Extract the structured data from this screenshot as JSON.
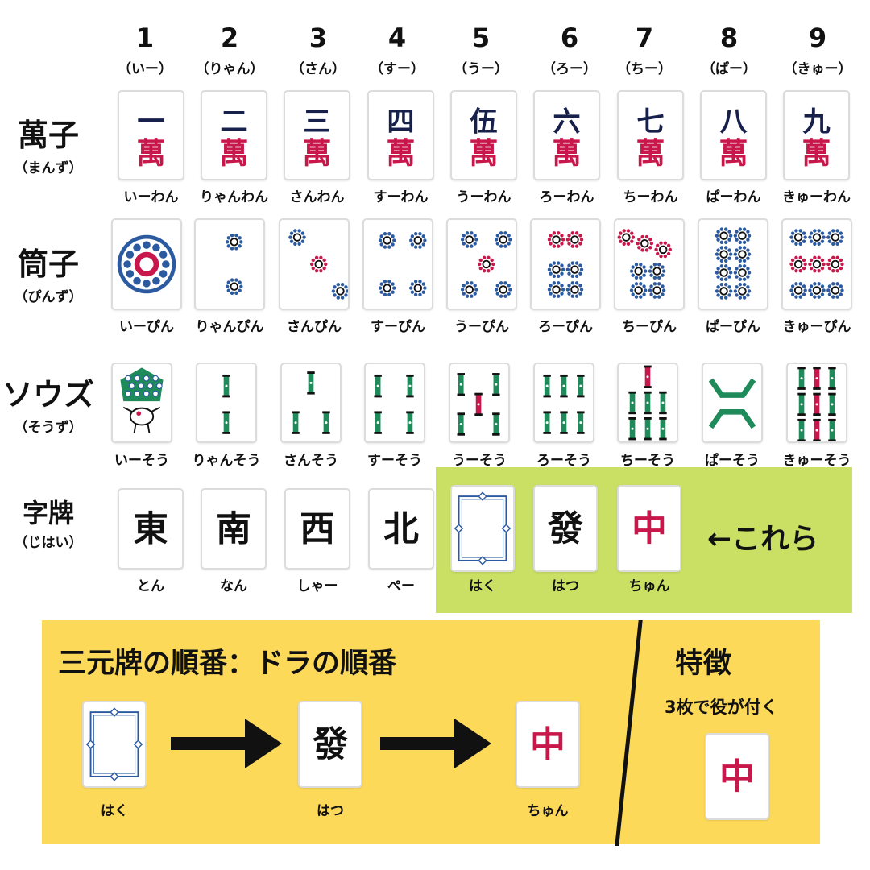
{
  "numbers": [
    "1",
    "2",
    "3",
    "4",
    "5",
    "6",
    "7",
    "8",
    "9"
  ],
  "number_readings": [
    "（いー）",
    "（りゃん）",
    "（さん）",
    "（すー）",
    "（うー）",
    "（ろー）",
    "（ちー）",
    "（ぱー）",
    "（きゅー）"
  ],
  "rows": {
    "manzu": {
      "label": "萬子",
      "reading": "（まんず）",
      "glyph": "萬",
      "numerals": [
        "一",
        "二",
        "三",
        "四",
        "伍",
        "六",
        "七",
        "八",
        "九"
      ],
      "names": [
        "いーわん",
        "りゃんわん",
        "さんわん",
        "すーわん",
        "うーわん",
        "ろーわん",
        "ちーわん",
        "ぱーわん",
        "きゅーわん"
      ]
    },
    "pinzu": {
      "label": "筒子",
      "reading": "（ぴんず）",
      "names": [
        "いーぴん",
        "りゃんぴん",
        "さんぴん",
        "すーぴん",
        "うーぴん",
        "ろーぴん",
        "ちーぴん",
        "ぱーぴん",
        "きゅーぴん"
      ]
    },
    "souzu": {
      "label": "ソウズ",
      "reading": "（そうず）",
      "names": [
        "いーそう",
        "りゃんそう",
        "さんそう",
        "すーそう",
        "うーそう",
        "ろーそう",
        "ちーそう",
        "ぱーそう",
        "きゅーそう"
      ]
    },
    "jihai": {
      "label": "字牌",
      "reading": "（じはい）",
      "tiles": [
        {
          "char": "東",
          "name": "とん"
        },
        {
          "char": "南",
          "name": "なん"
        },
        {
          "char": "西",
          "name": "しゃー"
        },
        {
          "char": "北",
          "name": "ぺー"
        },
        {
          "char": "",
          "name": "はく"
        },
        {
          "char": "發",
          "name": "はつ"
        },
        {
          "char": "中",
          "name": "ちゅん"
        }
      ]
    }
  },
  "highlight_label": "←これら",
  "order_box": {
    "title": "三元牌の順番：ドラの順番",
    "sequence": [
      {
        "char": "",
        "name": "はく"
      },
      {
        "char": "發",
        "name": "はつ"
      },
      {
        "char": "中",
        "name": "ちゅん"
      }
    ],
    "feature_title": "特徴",
    "feature_text": "3枚で役が付く",
    "feature_tile": "中"
  },
  "colors": {
    "navy": "#16204a",
    "red": "#c8174a",
    "pin_blue": "#2b5aa0",
    "sou_green": "#1f8a5a",
    "highlight_green": "#c9e064",
    "yellow": "#fdd95a"
  }
}
